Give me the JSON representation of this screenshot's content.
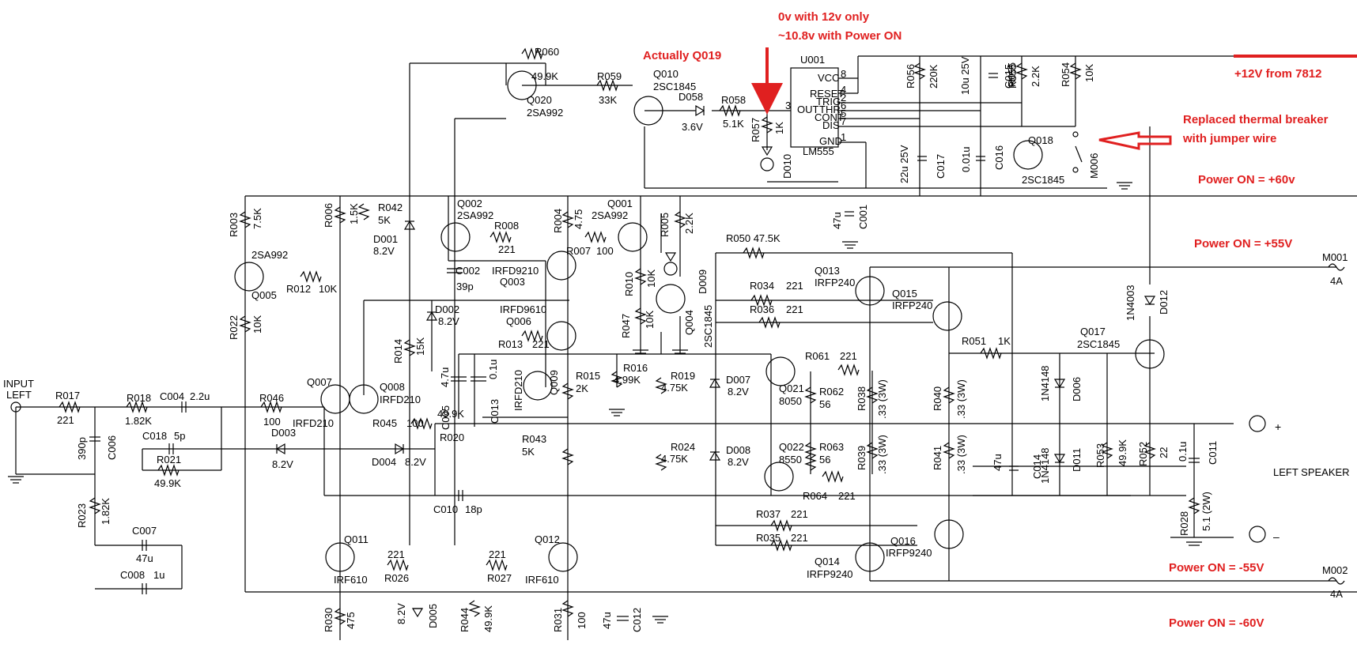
{
  "annotations": {
    "note_0v_line1": "0v with 12v only",
    "note_0v_line2": "~10.8v with Power ON",
    "actually_q019": "Actually Q019",
    "plus12_from_7812": "+12V from 7812",
    "replaced_line1": "Replaced thermal breaker",
    "replaced_line2": "with jumper wire",
    "power_on_60": "Power ON = +60v",
    "power_on_55": "Power ON = +55V",
    "power_on_m55": "Power ON = -55V",
    "power_on_m60": "Power ON = -60V",
    "red_color": "#e02020"
  },
  "labels": {
    "input_l1": "INPUT",
    "input_l2": "LEFT",
    "left_speaker": "LEFT SPEAKER",
    "plus": "+",
    "minus": "–",
    "u001": "U001",
    "lm555": "LM555",
    "pin_vcc": "VCC",
    "pin_reset": "RESET",
    "pin_trig": "TRIG",
    "pin_thr": "THR",
    "pin_cont": "CONT",
    "pin_dis": "DIS",
    "pin_gnd": "GND",
    "pin_out": "OUT",
    "n8": "8",
    "n4": "4",
    "n2": "2",
    "n6": "6",
    "n5": "5",
    "n7": "7",
    "n1": "1",
    "n3": "3",
    "r060": "R060",
    "r060v": "49.9K",
    "r059": "R059",
    "r059v": "33K",
    "q020": "Q020",
    "q020t": "2SA992",
    "q010": "Q010",
    "q010t": "2SC1845",
    "d058": "D058",
    "d058v": "3.6V",
    "r058": "R058",
    "r058v": "5.1K",
    "r057": "R057",
    "r057v": "1K",
    "d010": "D010",
    "r056": "R056",
    "r056v": "220K",
    "c015v": "10u 25V",
    "c015": "C015",
    "r055": "R055",
    "r055v": "2.2K",
    "r054": "R054",
    "r054v": "10K",
    "c017v": "22u 25V",
    "c017": "C017",
    "c016v": "0.01u",
    "c016": "C016",
    "q018": "Q018",
    "q018t": "2SC1845",
    "m006": "M006",
    "r003": "R003",
    "r003v": "7.5K",
    "r006": "R006",
    "r006v": "1.5K",
    "r042": "R042",
    "r042v": "5K",
    "d001": "D001",
    "d001v": "8.2V",
    "q002": "Q002",
    "q002t": "2SA992",
    "r008": "R008",
    "r008v": "221",
    "r004": "R004",
    "r004v": "4.75",
    "q001": "Q001",
    "q001t": "2SA992",
    "r005": "R005",
    "r005v": "2.2K",
    "d009": "D009",
    "c001v": "47u",
    "c001": "C001",
    "r050": "R050 47.5K",
    "q005t": "2SA992",
    "q005": "Q005",
    "r012": "R012",
    "r012v": "10K",
    "c002": "C002",
    "c002v": "39p",
    "q003t": "IRFD9210",
    "q003": "Q003",
    "r007": "R007",
    "r007v": "100",
    "r010": "R010",
    "r010v": "10K",
    "q013": "Q013",
    "q013t": "IRFP240",
    "r034": "R034",
    "r034v": "221",
    "q015": "Q015",
    "q015t": "IRFP240",
    "r036": "R036",
    "r036v": "221",
    "m001": "M001",
    "m001v": "4A",
    "d002": "D002",
    "d002v": "8.2V",
    "q006t": "IRFD9610",
    "q006": "Q006",
    "r022": "R022",
    "r022v": "10K",
    "r014": "R014",
    "r014v": "15K",
    "r047": "R047",
    "r047v": "10K",
    "q004": "Q004",
    "q004t": "2SC1845",
    "d012": "D012",
    "d012t": "1N4003",
    "r013": "R013",
    "r013v": "221",
    "r051": "R051",
    "r051v": "1K",
    "q017": "Q017",
    "q017t": "2SC1845",
    "c005v": "4.7u",
    "c005": "C005",
    "c013v": "0.1u",
    "c013": "C013",
    "q009": "Q009",
    "q009t": "IRFD210",
    "r015": "R015",
    "r015v": "2K",
    "r016": "R016",
    "r016v": "4.99K",
    "r019": "R019",
    "r019v": "4.75K",
    "d007": "D007",
    "d007v": "8.2V",
    "r061": "R061",
    "r061v": "221",
    "q021": "Q021",
    "q021t": "8050",
    "r062": "R062",
    "r062v": "56",
    "r038": "R038",
    "r038v": ".33 (3W)",
    "r040": "R040",
    "r040v": ".33 (3W)",
    "d006": "D006",
    "d006t": "1N4148",
    "r017": "R017",
    "r017v": "221",
    "r018": "R018",
    "r018v": "1.82K",
    "c004": "C004",
    "c004v": "2.2u",
    "r046": "R046",
    "r046v": "100",
    "q007": "Q007",
    "q007t": "IRFD210",
    "q008": "Q008",
    "q008t": "IRFD210",
    "r045": "R045",
    "r045v": "100",
    "r020": "R020",
    "r020v": "49.9K",
    "c006": "C006",
    "c006v": "390p",
    "c018": "C018",
    "c018v": "5p",
    "r021": "R021",
    "r021v": "49.9K",
    "d003": "D003",
    "d003v": "8.2V",
    "d004": "D004",
    "d004v": "8.2V",
    "r043": "R043",
    "r043v": "5K",
    "r024": "R024",
    "r024v": "4.75K",
    "d008": "D008",
    "d008v": "8.2V",
    "q022": "Q022",
    "q022t": "8550",
    "r063": "R063",
    "r063v": "56",
    "r039": "R039",
    "r039v": ".33 (3W)",
    "r041": "R041",
    "r041v": ".33 (3W)",
    "c014v": "47u",
    "c014": "C014",
    "d011": "D011",
    "d011t": "1N4148",
    "r053": "R053",
    "r053v": "49.9K",
    "r052": "R052",
    "r052v": "22",
    "c011v": "0.1u",
    "c011": "C011",
    "r023": "R023",
    "r023v": "1.82K",
    "c007": "C007",
    "c007v": "47u",
    "c010": "C010",
    "c010v": "18p",
    "r064": "R064",
    "r064v": "221",
    "r028": "R028",
    "r028v": "5.1 (2W)",
    "c008": "C008",
    "c008v": "1u",
    "q011": "Q011",
    "q011t": "IRF610",
    "r026": "R026",
    "r026v": "221",
    "r027": "R027",
    "r027v": "221",
    "q012": "Q012",
    "q012t": "IRF610",
    "r037": "R037",
    "r037v": "221",
    "r035": "R035",
    "r035v": "221",
    "q016": "Q016",
    "q016t": "IRFP9240",
    "q014": "Q014",
    "q014t": "IRFP9240",
    "m002": "M002",
    "m002v": "4A",
    "r030": "R030",
    "r030v": "475",
    "d005v": "8.2V",
    "d005": "D005",
    "r044": "R044",
    "r044v": "49.9K",
    "r031": "R031",
    "r031v": "100",
    "c012v": "47u",
    "c012": "C012"
  }
}
